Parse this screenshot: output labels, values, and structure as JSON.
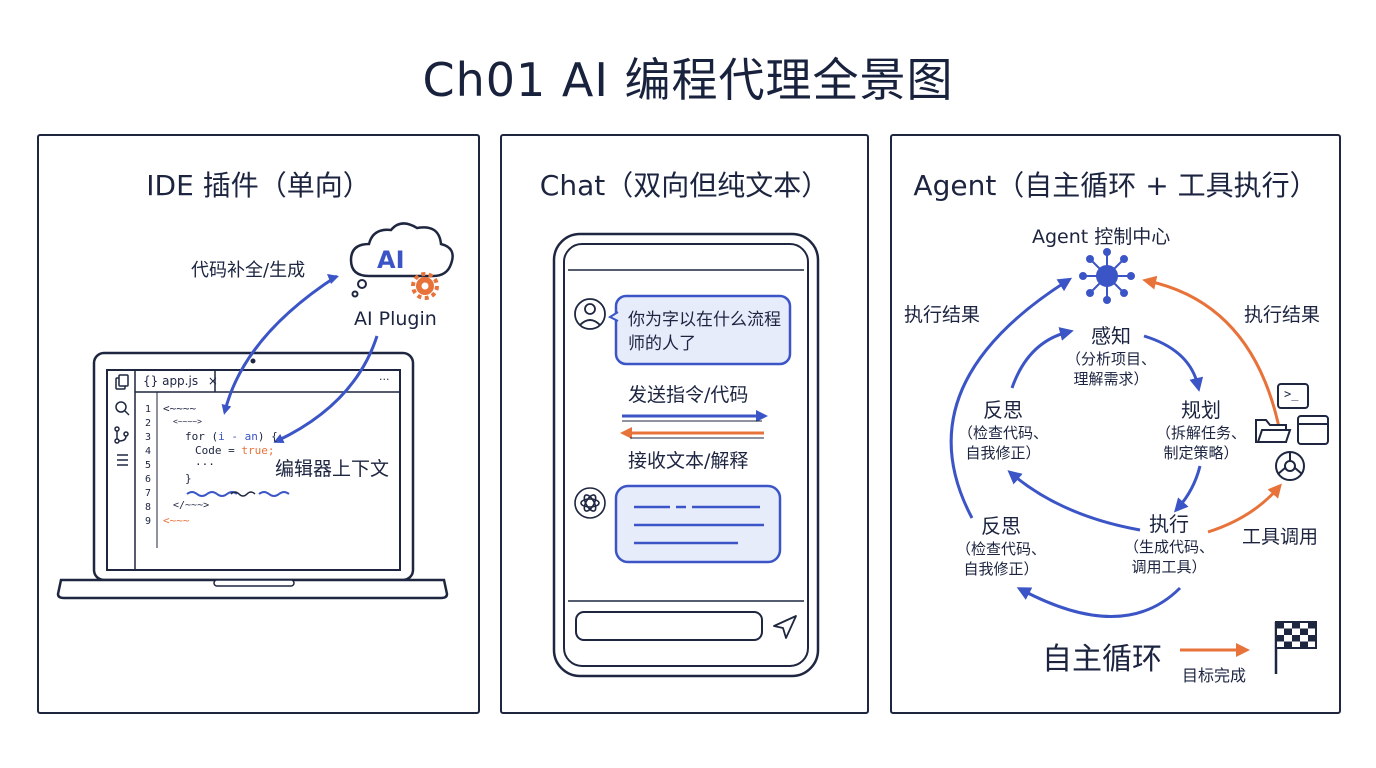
{
  "title": "Ch01 AI 编程代理全景图",
  "colors": {
    "ink": "#1f2740",
    "blue": "#3b55c6",
    "orange": "#e8733a",
    "bubble": "#e7ecfb"
  },
  "panel_ide": {
    "title": "IDE 插件（单向）",
    "arrow_top_label": "代码补全/生成",
    "cloud_text": "AI",
    "plugin_label": "AI Plugin",
    "arrow_bottom_label": "编辑器上下文",
    "tab_label": "{} app.js",
    "tab_close": "×",
    "tab_more": "···",
    "line_numbers": [
      "1",
      "2",
      "3",
      "4",
      "5",
      "6",
      "7",
      "8",
      "9"
    ],
    "code": {
      "l1": "<~~~~",
      "l2": "<~~~~>",
      "l3_a": "for (",
      "l3_b": "i - an",
      "l3_c": ") {",
      "l4_a": "Code = ",
      "l4_b": "true;",
      "l5": "···",
      "l6": "}",
      "l8": "</~~~>",
      "l9": "<~~~"
    }
  },
  "panel_chat": {
    "title": "Chat（双向但纯文本）",
    "user_message": "你为字以在什么流程师的人了",
    "send_label": "发送指令/代码",
    "receive_label": "接收文本/解释"
  },
  "panel_agent": {
    "title": "Agent（自主循环 + 工具执行）",
    "hub_label": "Agent 控制中心",
    "left_result": "执行结果",
    "right_result": "执行结果",
    "nodes": {
      "perceive_title": "感知",
      "perceive_desc1": "（分析项目、",
      "perceive_desc2": "理解需求）",
      "plan_title": "规划",
      "plan_desc1": "（拆解任务、",
      "plan_desc2": "制定策略）",
      "reflect1_title": "反思",
      "reflect1_desc1": "（检查代码、",
      "reflect1_desc2": "自我修正）",
      "execute_title": "执行",
      "execute_desc1": "（生成代码、",
      "execute_desc2": "调用工具）",
      "reflect2_title": "反思",
      "reflect2_desc1": "（检查代码、",
      "reflect2_desc2": "自我修正）"
    },
    "tool_call": "工具调用",
    "terminal_glyph": ">_",
    "loop_label": "自主循环",
    "goal_label": "目标完成"
  }
}
